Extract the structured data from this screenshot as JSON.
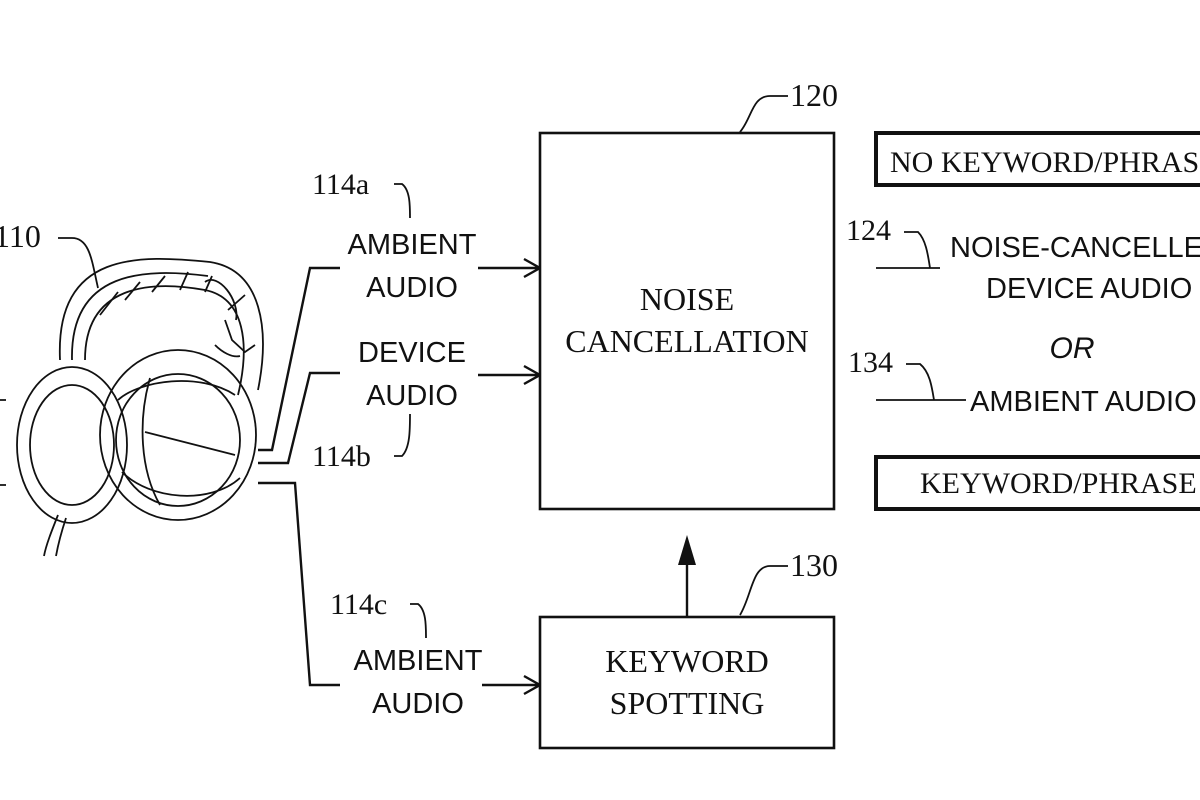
{
  "refs": {
    "headphones": "110",
    "noise_cancellation": "120",
    "keyword_spotting": "130",
    "ambient_a": "114a",
    "device": "114b",
    "ambient_c": "114c",
    "output_1": "124",
    "output_2": "134"
  },
  "blocks": {
    "noise_cancellation": [
      "NOISE",
      "CANCELLATION"
    ],
    "keyword_spotting": [
      "KEYWORD",
      "SPOTTING"
    ]
  },
  "inputs": {
    "ambient_a": [
      "AMBIENT",
      "AUDIO"
    ],
    "device": [
      "DEVICE",
      "AUDIO"
    ],
    "ambient_c": [
      "AMBIENT",
      "AUDIO"
    ]
  },
  "outputs": {
    "no_keyword_header": "NO KEYWORD/PHRASE",
    "noise_cancelled": [
      "NOISE-CANCELLED",
      "DEVICE AUDIO"
    ],
    "or_label": "OR",
    "ambient_out": "AMBIENT AUDIO",
    "keyword_header": "KEYWORD/PHRASE"
  }
}
